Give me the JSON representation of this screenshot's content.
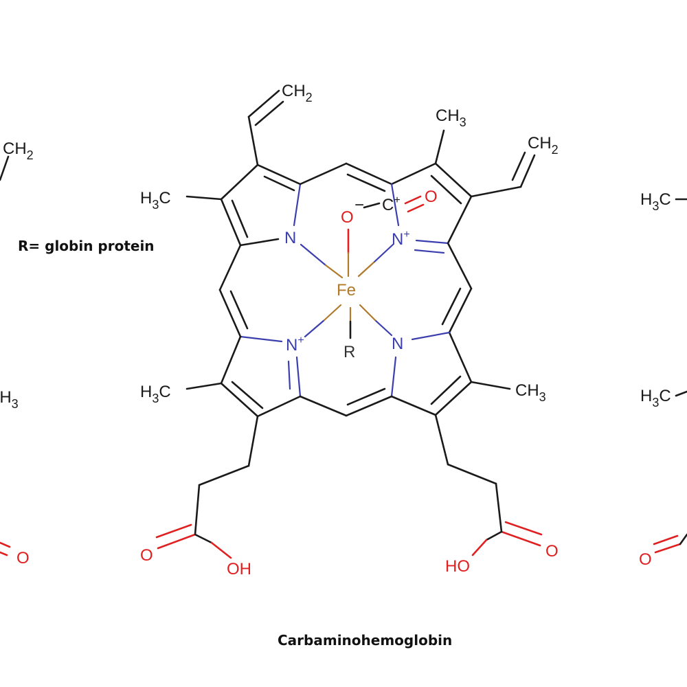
{
  "title": "Carbaminohemoglobin",
  "legend": "R= globin protein",
  "atoms": {
    "ch2_top": "CH",
    "ch2_top_sub": "2",
    "ch3_top": "CH",
    "ch3_top_sub": "3",
    "ch2_right": "CH",
    "ch2_right_sub": "2",
    "h3c_left_upper": "H",
    "h3c_left_upper_sub": "3",
    "h3c_left_upper_c": "C",
    "n_top_left": "N",
    "o_minus": "O",
    "minus_sign": "−",
    "c_plus": "C",
    "plus_c": "+",
    "o_carbonyl": "O",
    "n_plus_right": "N",
    "plus_n_right": "+",
    "fe": "Fe",
    "n_plus_left": "N",
    "plus_n_left": "+",
    "n_bottom_right": "N",
    "r": "R",
    "h3c_left_lower": "H",
    "h3c_left_lower_sub": "3",
    "h3c_left_lower_c": "C",
    "ch3_right": "CH",
    "ch3_right_sub": "3",
    "o_left_acid": "O",
    "oh_left_acid": "OH",
    "ho_right_acid": "HO",
    "o_right_acid": "O"
  },
  "edge_fragments": {
    "left_ch2": "CH",
    "left_ch2_sub": "2",
    "left_ch3": "CH",
    "left_ch3_sub": "3",
    "left_o": "O",
    "right_h3c_upper": "H",
    "right_h3c_upper_sub": "3",
    "right_h3c_upper_c": "C",
    "right_h3c_lower": "H",
    "right_h3c_lower_sub": "3",
    "right_h3c_lower_c": "C",
    "right_o": "O"
  },
  "colors": {
    "carbon": "#1a1a1a",
    "nitrogen": "#3b3fae",
    "oxygen": "#e02020",
    "iron": "#b07a2a"
  }
}
